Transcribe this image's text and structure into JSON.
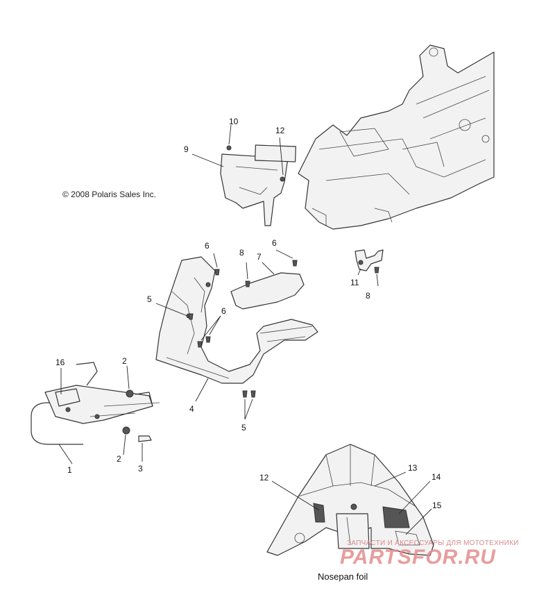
{
  "copyright": "© 2008 Polaris Sales Inc.",
  "caption": "Nosepan foil",
  "watermark": {
    "top_text": "ЗАПЧАСТИ И АКСЕССУАРЫ ДЛЯ МОТОТЕХНИКИ",
    "main_text": "PARTSFOR.RU"
  },
  "callouts": {
    "c1": "1",
    "c2a": "2",
    "c2b": "2",
    "c3": "3",
    "c4": "4",
    "c5a": "5",
    "c5b": "5",
    "c6a": "6",
    "c6b": "6",
    "c6c": "6",
    "c7": "7",
    "c8a": "8",
    "c8b": "8",
    "c9": "9",
    "c10": "10",
    "c11": "11",
    "c12a": "12",
    "c12b": "12",
    "c13": "13",
    "c14": "14",
    "c15": "15",
    "c16": "16"
  }
}
